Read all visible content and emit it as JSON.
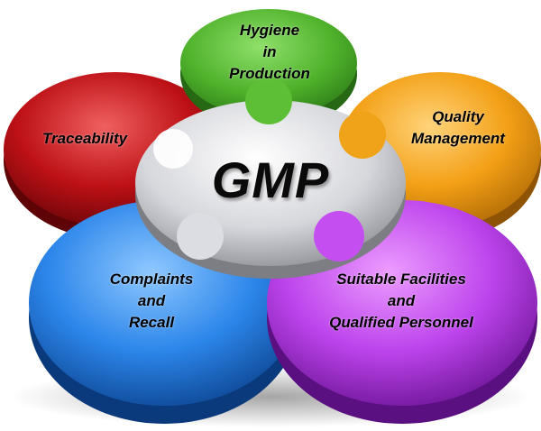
{
  "center": {
    "title": "GMP"
  },
  "petals": {
    "hygiene": {
      "lines": [
        "Hygiene",
        "in",
        "Production"
      ],
      "color_top": "#5fc43a",
      "color_side": "#2f7a1c"
    },
    "quality": {
      "lines": [
        "Quality",
        "Management"
      ],
      "color_top": "#f5a61a",
      "color_side": "#a86405"
    },
    "facilities": {
      "lines": [
        "Suitable Facilities",
        "and",
        "Qualified Personnel"
      ],
      "color_top": "#c44df0",
      "color_side": "#6d1796"
    },
    "complaints": {
      "lines": [
        "Complaints",
        "and",
        "Recall"
      ],
      "color_top": "#2f8cf0",
      "color_side": "#0f4c9a"
    },
    "traceability": {
      "lines": [
        "Traceability"
      ],
      "color_top": "#c0151a",
      "color_side": "#6a0509"
    }
  },
  "hub_color": "#d9dadf"
}
